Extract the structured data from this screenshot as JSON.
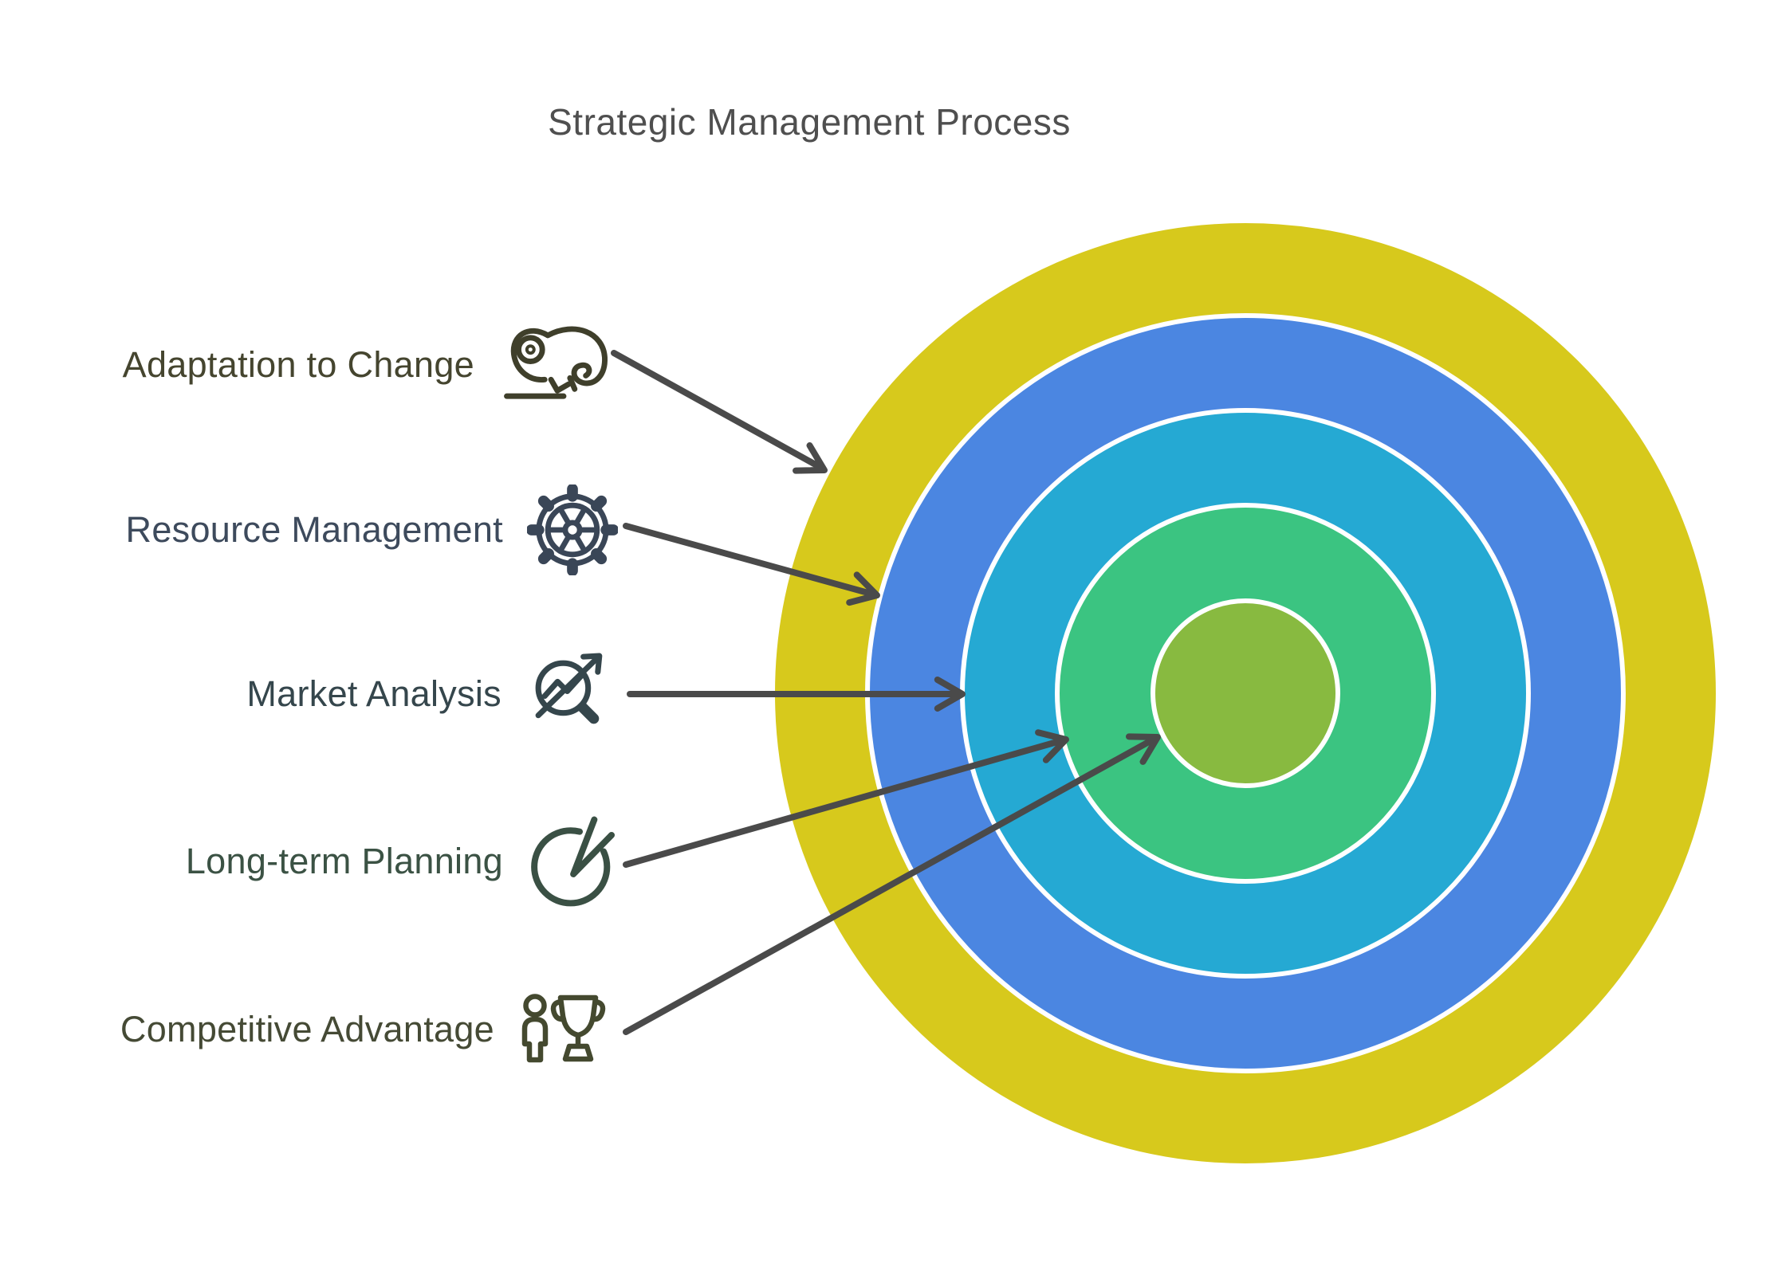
{
  "title": "Strategic Management Process",
  "title_color": "#4f4f4f",
  "background": "#ffffff",
  "arrow_color": "#4a4a4a",
  "ring_separator_color": "#ffffff",
  "items": [
    {
      "label": "Adaptation to Change",
      "icon": "chameleon-icon",
      "color": "#45452f",
      "icon_color": "#3f3f2b"
    },
    {
      "label": "Resource Management",
      "icon": "gear-icon",
      "color": "#3d4a5c",
      "icon_color": "#3a4657"
    },
    {
      "label": "Market Analysis",
      "icon": "market-analysis-icon",
      "color": "#35464c",
      "icon_color": "#35464c"
    },
    {
      "label": "Long-term Planning",
      "icon": "planning-compass-icon",
      "color": "#3b5244",
      "icon_color": "#3a5044"
    },
    {
      "label": "Competitive Advantage",
      "icon": "person-trophy-icon",
      "color": "#454a35",
      "icon_color": "#44492f"
    }
  ],
  "rings": [
    {
      "name": "Adaptation to Change",
      "color": "#d7c91c"
    },
    {
      "name": "Resource Management",
      "color": "#4b86e1"
    },
    {
      "name": "Market Analysis",
      "color": "#25a9d3"
    },
    {
      "name": "Long-term Planning",
      "color": "#3bc481"
    },
    {
      "name": "Competitive Advantage",
      "color": "#88ba40"
    }
  ]
}
